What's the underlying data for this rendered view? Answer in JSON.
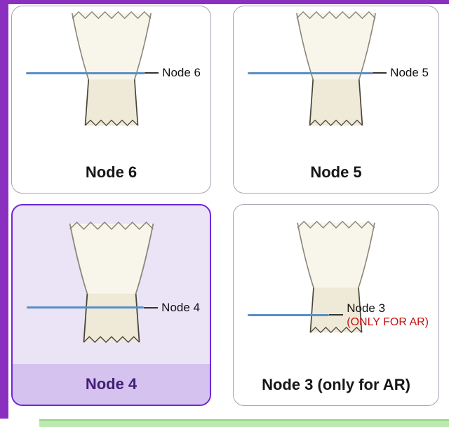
{
  "cards": [
    {
      "annotation": "Node 6",
      "caption": "Node 6",
      "selected": false
    },
    {
      "annotation": "Node 5",
      "caption": "Node 5",
      "selected": false
    },
    {
      "annotation": "Node 4",
      "caption": "Node 4",
      "selected": true
    },
    {
      "annotation": "Node 3",
      "annotation_note": "(ONLY FOR AR)",
      "caption": "Node 3 (only for AR)",
      "selected": false
    }
  ],
  "colors": {
    "frame_purple": "#8b2fc1",
    "selected_border": "#6d28d9",
    "selected_card_bg": "#ebe4f7",
    "selected_caption_bg": "#d5c2ef",
    "selected_caption_text": "#431e75",
    "annotation_line_blue": "#5b8ec4",
    "warning_red": "#c41111",
    "bottom_bar_green": "#bde8b0"
  }
}
